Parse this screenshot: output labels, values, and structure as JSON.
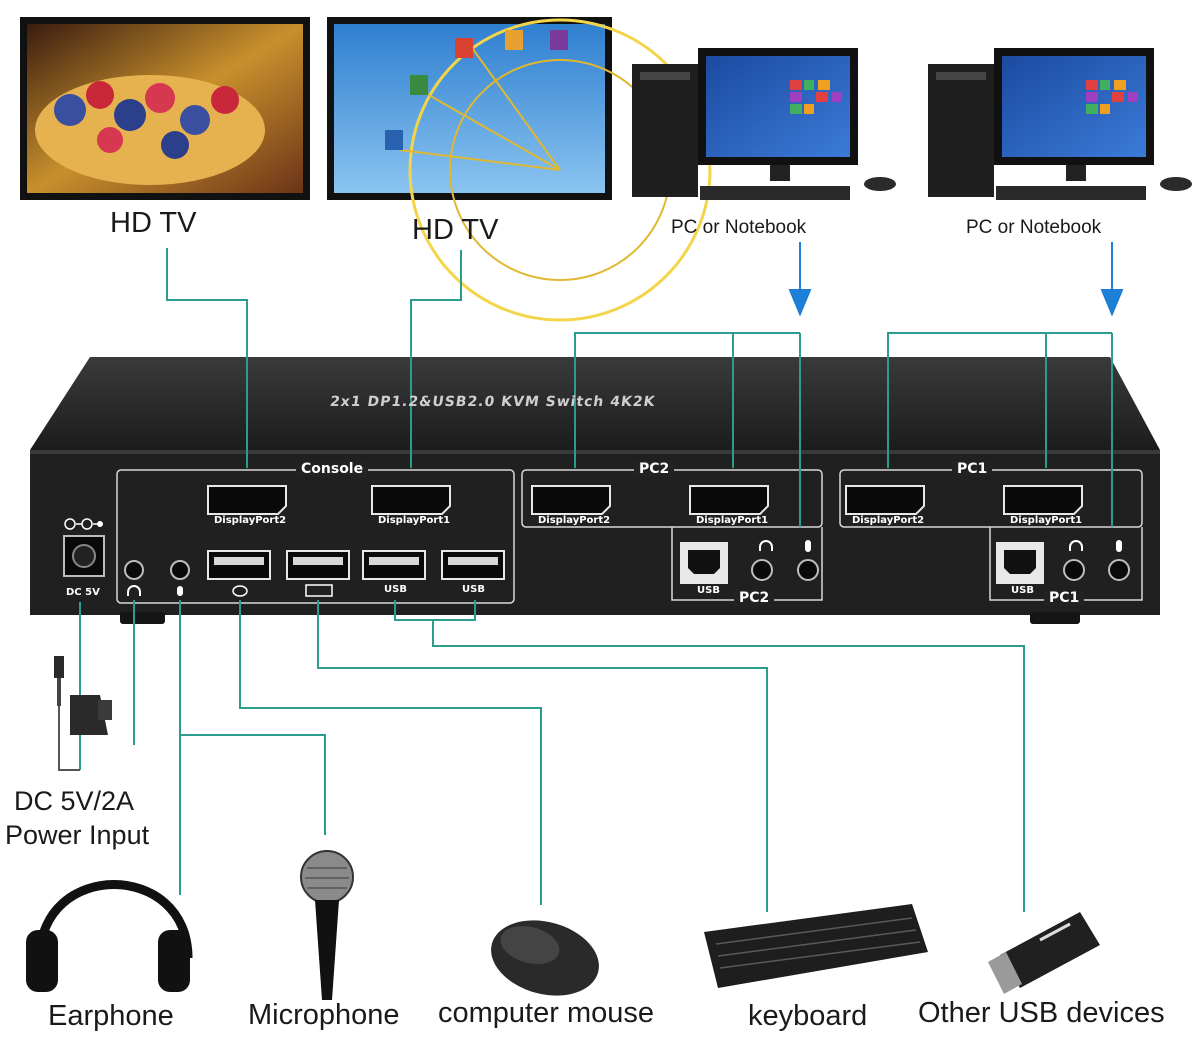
{
  "top_devices": [
    {
      "label": "HD TV"
    },
    {
      "label": "HD TV"
    },
    {
      "label": "PC or Notebook"
    },
    {
      "label": "PC or Notebook"
    }
  ],
  "switch": {
    "title": "2x1 DP1.2&USB2.0 KVM Switch 4K2K",
    "groups": {
      "console": "Console",
      "pc2": "PC2",
      "pc1": "PC1"
    },
    "ports": {
      "dp2": "DisplayPort2",
      "dp1": "DisplayPort1",
      "usb": "USB",
      "dc": "DC 5V"
    }
  },
  "power": {
    "line1": "DC 5V/2A",
    "line2": "Power Input"
  },
  "bottom_devices": [
    {
      "label": "Earphone"
    },
    {
      "label": "Microphone"
    },
    {
      "label": "computer mouse"
    },
    {
      "label": "keyboard"
    },
    {
      "label": "Other USB devices"
    }
  ],
  "colors": {
    "connector": "#2a9d8f",
    "arrow": "#1e7fd6",
    "device_body": "#232323"
  }
}
